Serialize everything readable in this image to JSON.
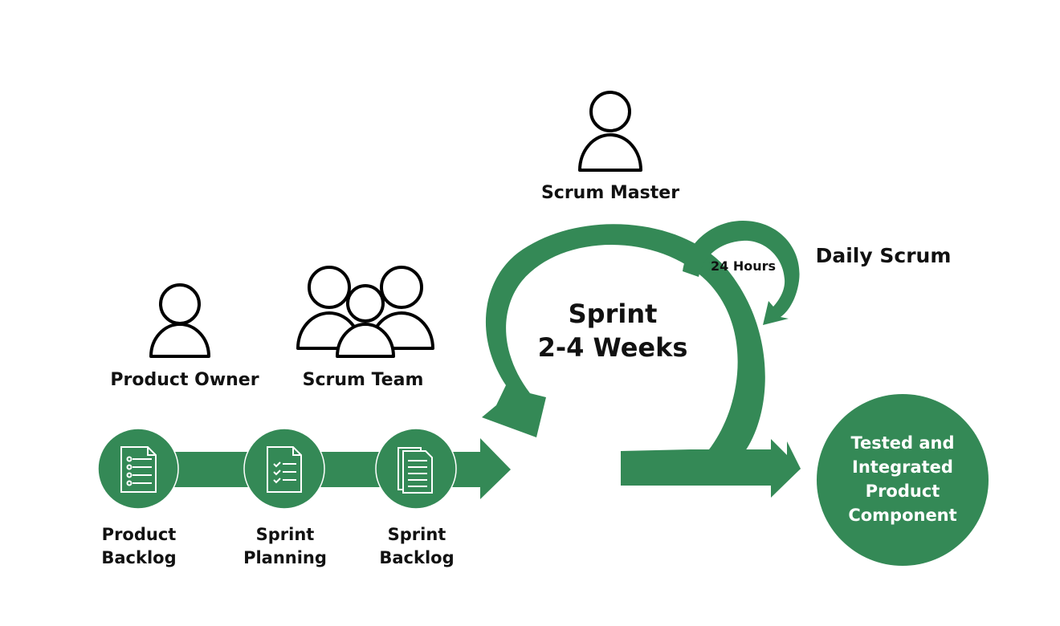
{
  "colors": {
    "accent": "#348956",
    "ink": "#000000",
    "background": "#ffffff"
  },
  "roles": {
    "scrum_master": {
      "label": "Scrum Master",
      "icon": "person-icon"
    },
    "product_owner": {
      "label": "Product Owner",
      "icon": "person-icon"
    },
    "scrum_team": {
      "label": "Scrum Team",
      "icon": "group-icon"
    }
  },
  "steps": [
    {
      "line1": "Product",
      "line2": "Backlog",
      "icon": "list-document-icon"
    },
    {
      "line1": "Sprint",
      "line2": "Planning",
      "icon": "checklist-document-icon"
    },
    {
      "line1": "Sprint",
      "line2": "Backlog",
      "icon": "documents-stack-icon"
    }
  ],
  "sprint": {
    "line1": "Sprint",
    "line2": "2-4 Weeks"
  },
  "daily": {
    "label": "Daily Scrum",
    "cycle": "24 Hours"
  },
  "result": {
    "lines": [
      "Tested and",
      "Integrated",
      "Product",
      "Component"
    ]
  }
}
